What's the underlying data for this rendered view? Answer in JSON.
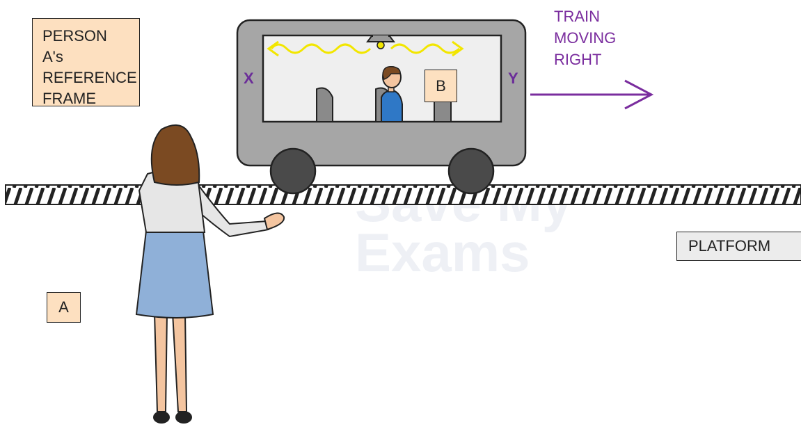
{
  "reference_frame_label": [
    "PERSON A's",
    "REFERENCE",
    "FRAME"
  ],
  "train_motion_label": [
    "TRAIN",
    "MOVING",
    "RIGHT"
  ],
  "train_end_left": "X",
  "train_end_right": "Y",
  "passenger_label": "B",
  "observer_label": "A",
  "platform_label": "PLATFORM",
  "watermark": [
    "Save My",
    "Exams"
  ],
  "colors": {
    "label_fill": "#fde0c0",
    "train_body": "#a6a6a6",
    "arrow_purple": "#7a2d9e",
    "light_ray": "#f2e600",
    "skirt": "#8fb0d8",
    "hair": "#7b4a22"
  }
}
